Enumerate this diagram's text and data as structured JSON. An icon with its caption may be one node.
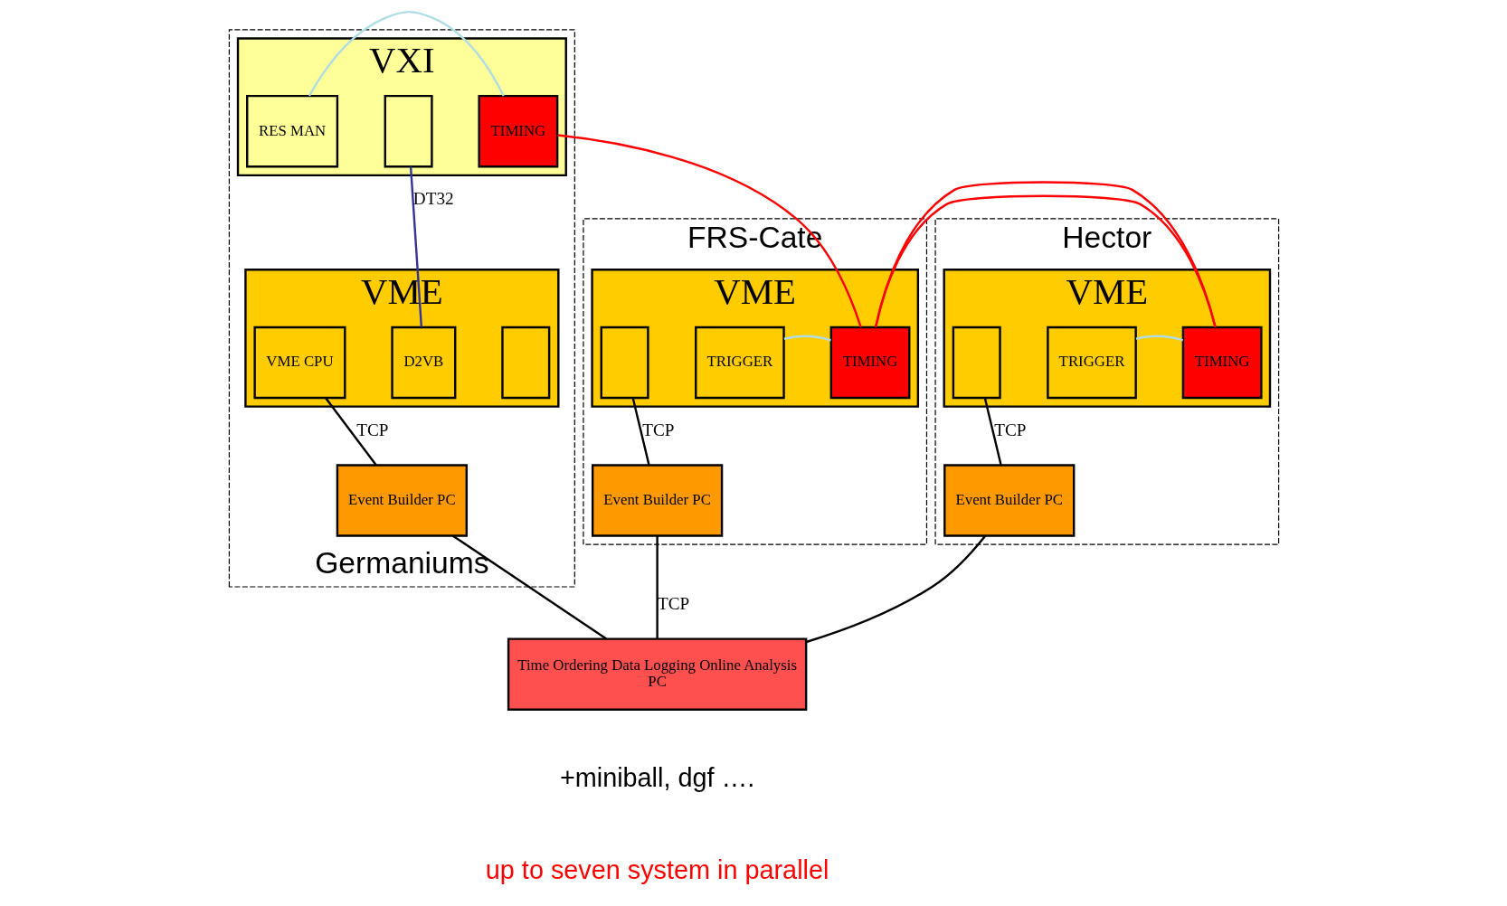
{
  "diagram": {
    "nodes": [
      {
        "text": [
          "Germaniums"
        ]
      },
      {
        "text": [
          "VXI"
        ],
        "in": 0
      },
      {
        "text": [
          "RES MAN"
        ],
        "in": 1
      },
      {
        "text": [],
        "shape": "box",
        "in": 1
      },
      {
        "text": [
          "TIMING"
        ],
        "in": 1
      },
      {
        "text": [
          "VME"
        ],
        "in": 0
      },
      {
        "text": [
          "VME CPU"
        ],
        "in": 5
      },
      {
        "text": [
          "D2VB"
        ],
        "in": 5
      },
      {
        "text": [],
        "shape": "box",
        "in": 5
      },
      {
        "text": [
          "Event Builder PC"
        ],
        "in": 0
      },
      {
        "text": [
          "FRS-Cate"
        ]
      },
      {
        "text": [
          "VME"
        ],
        "in": 10
      },
      {
        "text": [],
        "shape": "box",
        "in": 11
      },
      {
        "text": [
          "TRIGGER"
        ],
        "in": 11
      },
      {
        "text": [
          "TIMING"
        ],
        "in": 11
      },
      {
        "text": [
          "Event Builder PC"
        ],
        "in": 10
      },
      {
        "text": [
          "Hector"
        ]
      },
      {
        "text": [
          "VME"
        ],
        "in": 16
      },
      {
        "text": [],
        "shape": "box",
        "in": 17
      },
      {
        "text": [
          "TRIGGER"
        ],
        "in": 17
      },
      {
        "text": [
          "TIMING"
        ],
        "in": 17
      },
      {
        "text": [
          "Event Builder PC"
        ],
        "in": 16
      },
      {
        "text": [
          "Time Ordering Data Logging Online Analysis",
          "PC"
        ]
      }
    ],
    "edges": [
      {
        "from": 2,
        "to": 4,
        "arrow": "none",
        "color": "#b0dde4"
      },
      {
        "from": 3,
        "to": 7,
        "arrow": "none",
        "label": "DT32",
        "color": "#333399"
      },
      {
        "from": 4,
        "to": 14,
        "arrow": "none",
        "color": "#ff0000"
      },
      {
        "from": 14,
        "to": 20,
        "arrow": "none",
        "color": "#ff0000"
      },
      {
        "from": 6,
        "to": 9,
        "arrow": "none",
        "label": "TCP"
      },
      {
        "from": 13,
        "to": 14,
        "arrow": "none",
        "color": "#b0dde4"
      },
      {
        "from": 12,
        "to": 15,
        "arrow": "none",
        "label": "TCP"
      },
      {
        "from": 19,
        "to": 20,
        "arrow": "none",
        "color": "#b0dde4"
      },
      {
        "from": 18,
        "to": 21,
        "arrow": "none",
        "label": "TCP"
      },
      {
        "from": 9,
        "to": 22,
        "arrow": "none"
      },
      {
        "from": 15,
        "to": 22,
        "arrow": "none",
        "label": "TCP"
      },
      {
        "from": 21,
        "to": 22,
        "arrow": "none"
      }
    ],
    "labels": [
      "+miniball, dgf ….",
      "up to seven system in parallel"
    ]
  }
}
